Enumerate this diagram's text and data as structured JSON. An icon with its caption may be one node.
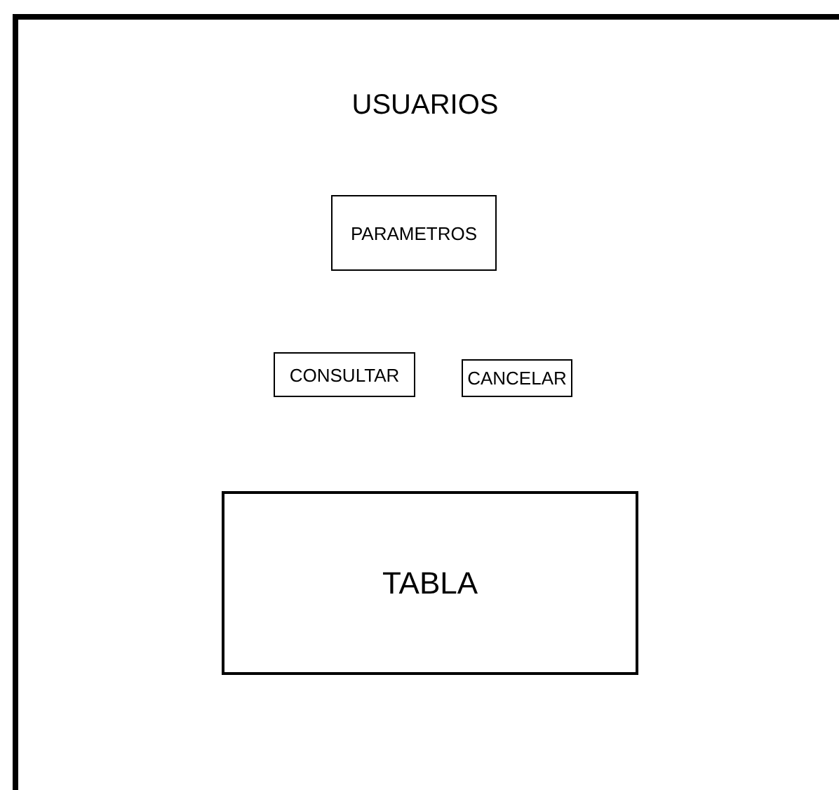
{
  "diagram": {
    "nodes": [
      {
        "text": [
          "USUARIOS"
        ]
      },
      {
        "text": [
          "PARAMETROS"
        ],
        "in": 0
      },
      {
        "text": [
          "CONSULTAR"
        ],
        "in": 0
      },
      {
        "text": [
          "CANCELAR"
        ],
        "in": 0
      },
      {
        "text": [
          "TABLA"
        ],
        "in": 0
      }
    ]
  }
}
